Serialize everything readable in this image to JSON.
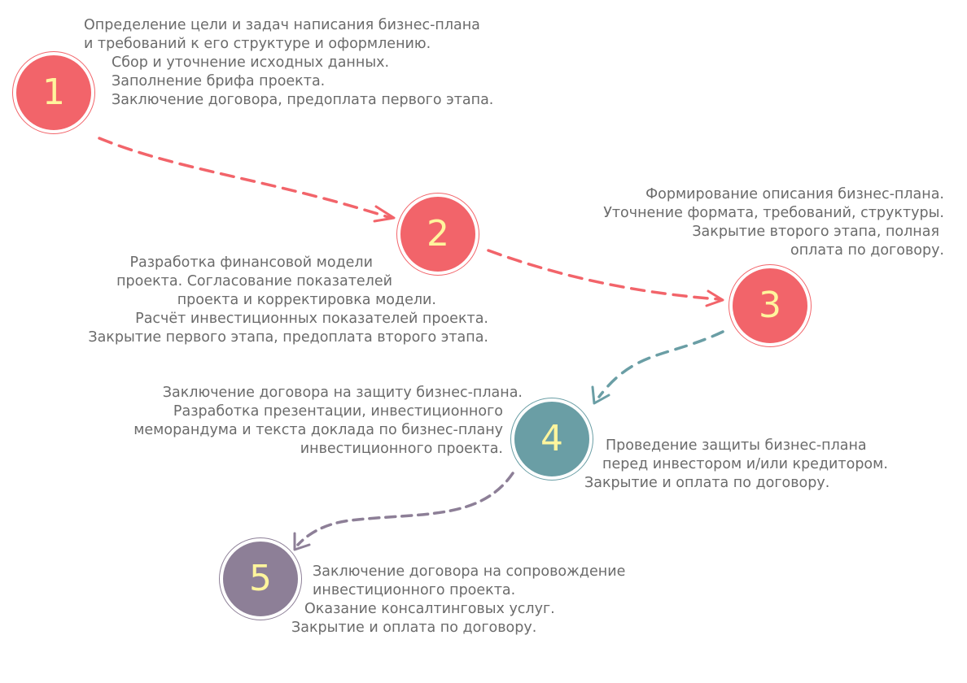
{
  "colors": {
    "red": "#f2646a",
    "teal": "#6a9ea5",
    "purple": "#8d7f97",
    "number": "#fff59d",
    "text": "#6b6b6b",
    "arrow_red": "#f2646a",
    "arrow_teal": "#6a9ea5",
    "arrow_purple": "#8d7f97"
  },
  "steps": [
    {
      "number": "1",
      "color": "red",
      "lines": [
        "Определение цели и задач написания бизнес-плана",
        "и требований к его структуре и оформлению.",
        "Сбор и уточнение исходных данных.",
        "Заполнение брифа проекта.",
        "Заключение договора, предоплата первого этапа."
      ]
    },
    {
      "number": "2",
      "color": "red",
      "lines": [
        "Разработка финансовой модели",
        "проекта. Согласование показателей",
        "проекта и корректировка модели.",
        "Расчёт инвестиционных показателей проекта.",
        "Закрытие первого этапа, предоплата второго этапа."
      ]
    },
    {
      "number": "3",
      "color": "red",
      "lines": [
        "Формирование описания бизнес-плана.",
        "Уточнение формата, требований, структуры.",
        "Закрытие второго этапа, полная",
        "оплата по договору."
      ]
    },
    {
      "number": "4",
      "color": "teal",
      "lines_left": [
        "Заключение договора на защиту бизнес-плана.",
        "Разработка презентации, инвестиционного",
        "меморандума и текста доклада по бизнес-плану",
        "инвестиционного проекта."
      ],
      "lines_right": [
        "Проведение защиты бизнес-плана",
        "перед инвестором и/или кредитором.",
        "Закрытие и оплата по договору."
      ]
    },
    {
      "number": "5",
      "color": "purple",
      "lines": [
        "Заключение договора на сопровождение",
        "инвестиционного проекта.",
        "Оказание консалтинговых услуг.",
        "Закрытие и оплата по договору."
      ]
    }
  ]
}
